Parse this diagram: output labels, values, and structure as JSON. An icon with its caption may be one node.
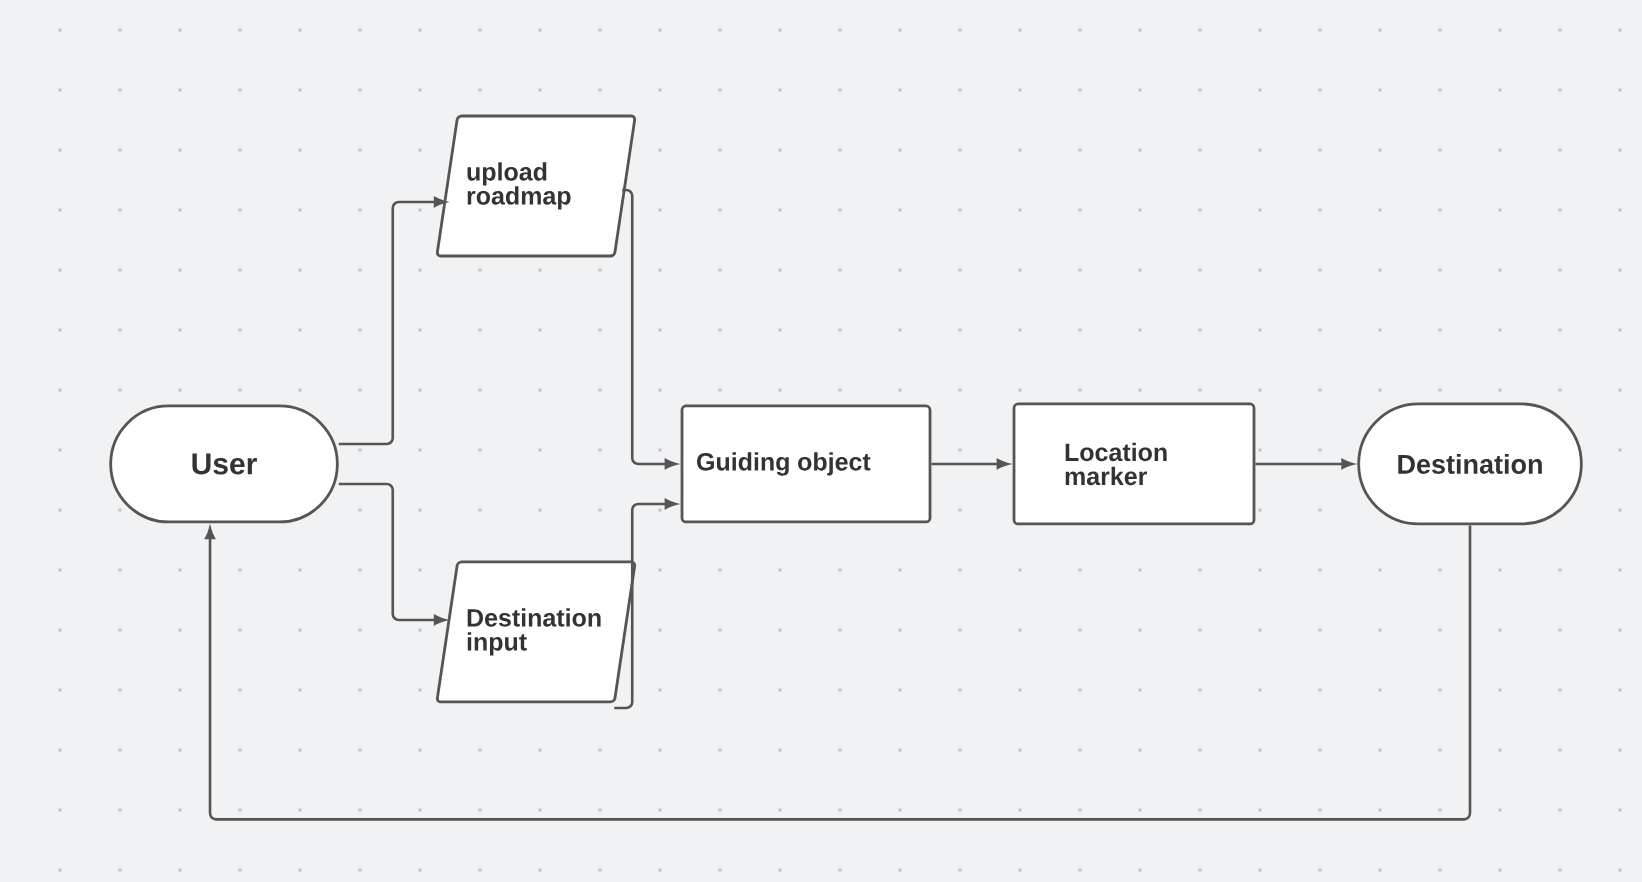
{
  "diagram": {
    "nodes": [
      {
        "text": [
          "User"
        ]
      },
      {
        "text": [
          "upload roadmap"
        ]
      },
      {
        "text": [
          "Destination input"
        ]
      },
      {
        "text": [
          "Guiding object"
        ]
      },
      {
        "text": [
          "Location marker"
        ]
      },
      {
        "text": [
          "Destination"
        ]
      }
    ],
    "edges": [
      {
        "from": 0,
        "to": 1,
        "arrow": "to"
      },
      {
        "from": 0,
        "to": 2,
        "arrow": "to"
      },
      {
        "from": 1,
        "to": 3,
        "arrow": "to"
      },
      {
        "from": 2,
        "to": 3,
        "arrow": "to"
      },
      {
        "from": 3,
        "to": 4,
        "arrow": "to"
      },
      {
        "from": 4,
        "to": 5,
        "arrow": "to"
      },
      {
        "from": 5,
        "to": 0,
        "arrow": "to"
      }
    ]
  }
}
